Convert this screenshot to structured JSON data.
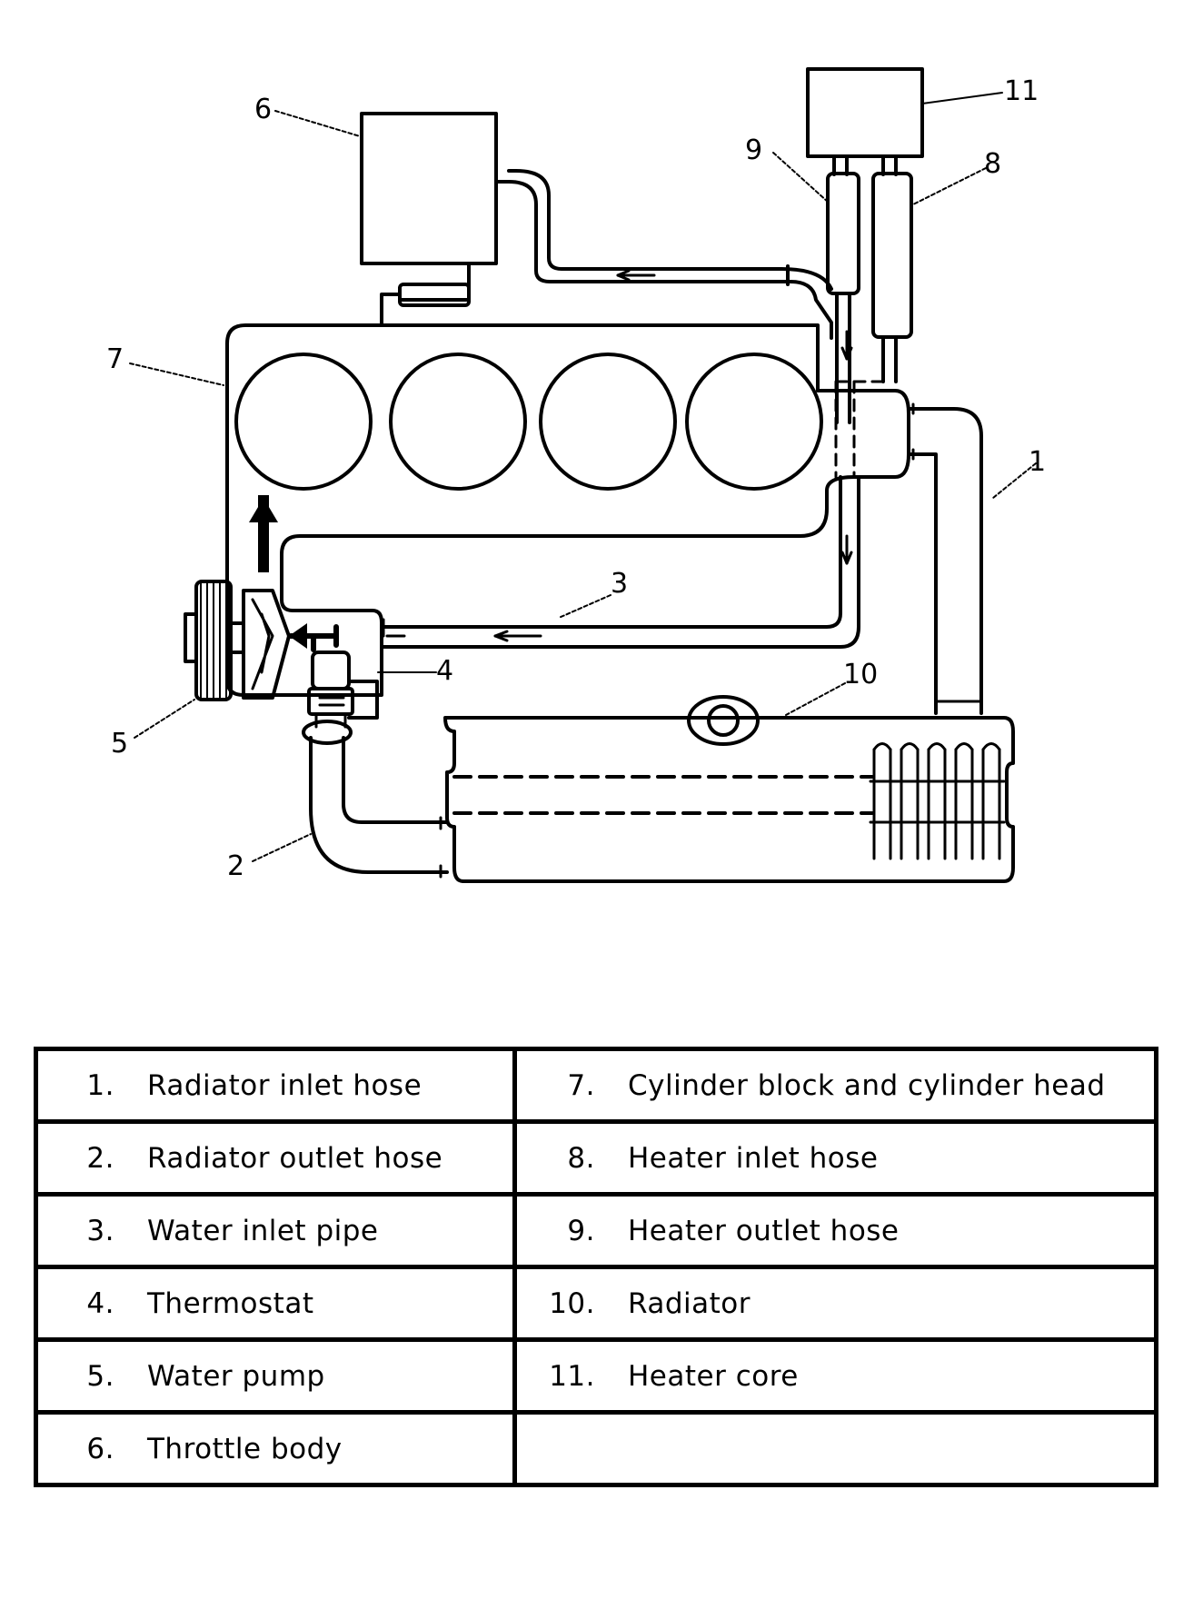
{
  "callouts": [
    "1",
    "2",
    "3",
    "4",
    "5",
    "6",
    "7",
    "8",
    "9",
    "10",
    "11"
  ],
  "legend": {
    "rows": [
      [
        {
          "num": "1.",
          "label": "Radiator inlet hose"
        },
        {
          "num": "7.",
          "label": "Cylinder block and cylinder head"
        }
      ],
      [
        {
          "num": "2.",
          "label": "Radiator outlet hose"
        },
        {
          "num": "8.",
          "label": "Heater inlet hose"
        }
      ],
      [
        {
          "num": "3.",
          "label": "Water inlet pipe"
        },
        {
          "num": "9.",
          "label": "Heater outlet hose"
        }
      ],
      [
        {
          "num": "4.",
          "label": "Thermostat"
        },
        {
          "num": "10.",
          "label": "Radiator"
        }
      ],
      [
        {
          "num": "5.",
          "label": "Water pump"
        },
        {
          "num": "11.",
          "label": "Heater core"
        }
      ],
      [
        {
          "num": "6.",
          "label": "Throttle body"
        },
        {
          "num": "",
          "label": ""
        }
      ]
    ]
  }
}
